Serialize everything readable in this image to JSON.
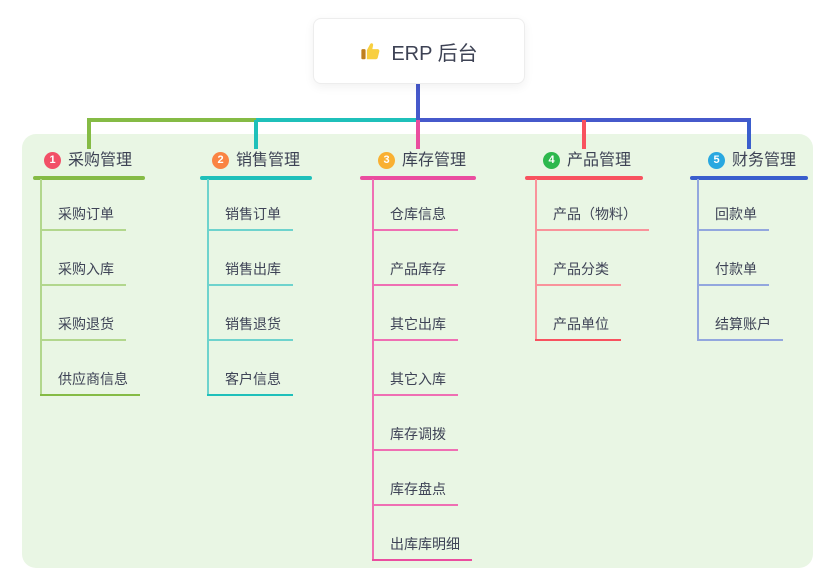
{
  "root": {
    "title": "ERP 后台",
    "icon": "thumbs-up"
  },
  "colors": {
    "panel_bg": "#e9f6e4",
    "root_connector": "#4659cb",
    "text_dark": "#3d4254",
    "thumb_hand": "#f8cf40",
    "thumb_cuff": "#bf7f1f"
  },
  "branches": [
    {
      "number": "1",
      "title": "采购管理",
      "badge_color": "#f25067",
      "line_color": "#85bb45",
      "tint_color": "#b2d78d",
      "last_line_color": "#85bb45",
      "items": [
        "采购订单",
        "采购入库",
        "采购退货",
        "供应商信息"
      ]
    },
    {
      "number": "2",
      "title": "销售管理",
      "badge_color": "#fa8443",
      "line_color": "#1fc0ba",
      "tint_color": "#6ed3cd",
      "last_line_color": "#1fc0ba",
      "items": [
        "销售订单",
        "销售出库",
        "销售退货",
        "客户信息"
      ]
    },
    {
      "number": "3",
      "title": "库存管理",
      "badge_color": "#f9b032",
      "line_color": "#ea4d9f",
      "tint_color": "#ef6fb3",
      "last_line_color": "#ea4d9f",
      "items": [
        "仓库信息",
        "产品库存",
        "其它出库",
        "其它入库",
        "库存调拨",
        "库存盘点",
        "出库库明细"
      ]
    },
    {
      "number": "4",
      "title": "产品管理",
      "badge_color": "#2db84d",
      "line_color": "#f8525f",
      "tint_color": "#f9939b",
      "last_line_color": "#f8525f",
      "items": [
        "产品（物料）",
        "产品分类",
        "产品单位"
      ]
    },
    {
      "number": "5",
      "title": "财务管理",
      "badge_color": "#29a8e0",
      "line_color": "#3a5ecd",
      "tint_color": "#93a7de",
      "last_line_color": "#93a7de",
      "items": [
        "回款单",
        "付款单",
        "结算账户"
      ]
    }
  ]
}
